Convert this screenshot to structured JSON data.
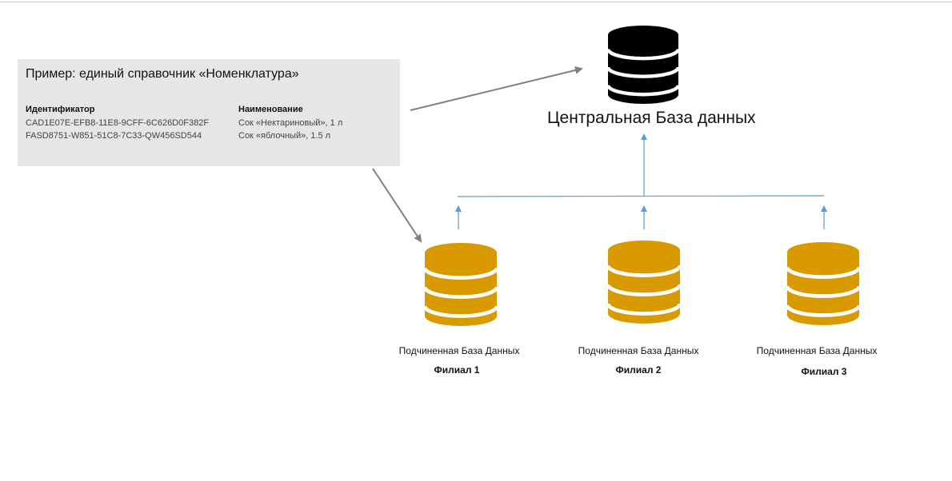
{
  "example": {
    "title": "Пример: единый справочник «Номенклатура»",
    "col_id_header": "Идентификатор",
    "col_name_header": "Наименование",
    "rows": [
      {
        "id": "CAD1E07E-EFB8-11E8-9CFF-6C626D0F382F",
        "name": "Сок «Нектариновый», 1 л"
      },
      {
        "id": "FASD8751-W851-51C8-7C33-QW456SD544",
        "name": "Сок «яблочный», 1.5 л"
      }
    ]
  },
  "central": {
    "label": "Центральная База данных",
    "icon": "database-icon",
    "color": "#000000"
  },
  "subordinates": [
    {
      "label": "Подчиненная База Данных",
      "branch": "Филиал 1",
      "icon": "database-icon",
      "color": "#D99A00"
    },
    {
      "label": "Подчиненная База Данных",
      "branch": "Филиал 2",
      "icon": "database-icon",
      "color": "#D99A00"
    },
    {
      "label": "Подчиненная База Данных",
      "branch": "Филиал 3",
      "icon": "database-icon",
      "color": "#D99A00"
    }
  ],
  "colors": {
    "connector": "#5B9BD5",
    "example_arrow": "#808080",
    "box_background": "#E6E6E6"
  }
}
